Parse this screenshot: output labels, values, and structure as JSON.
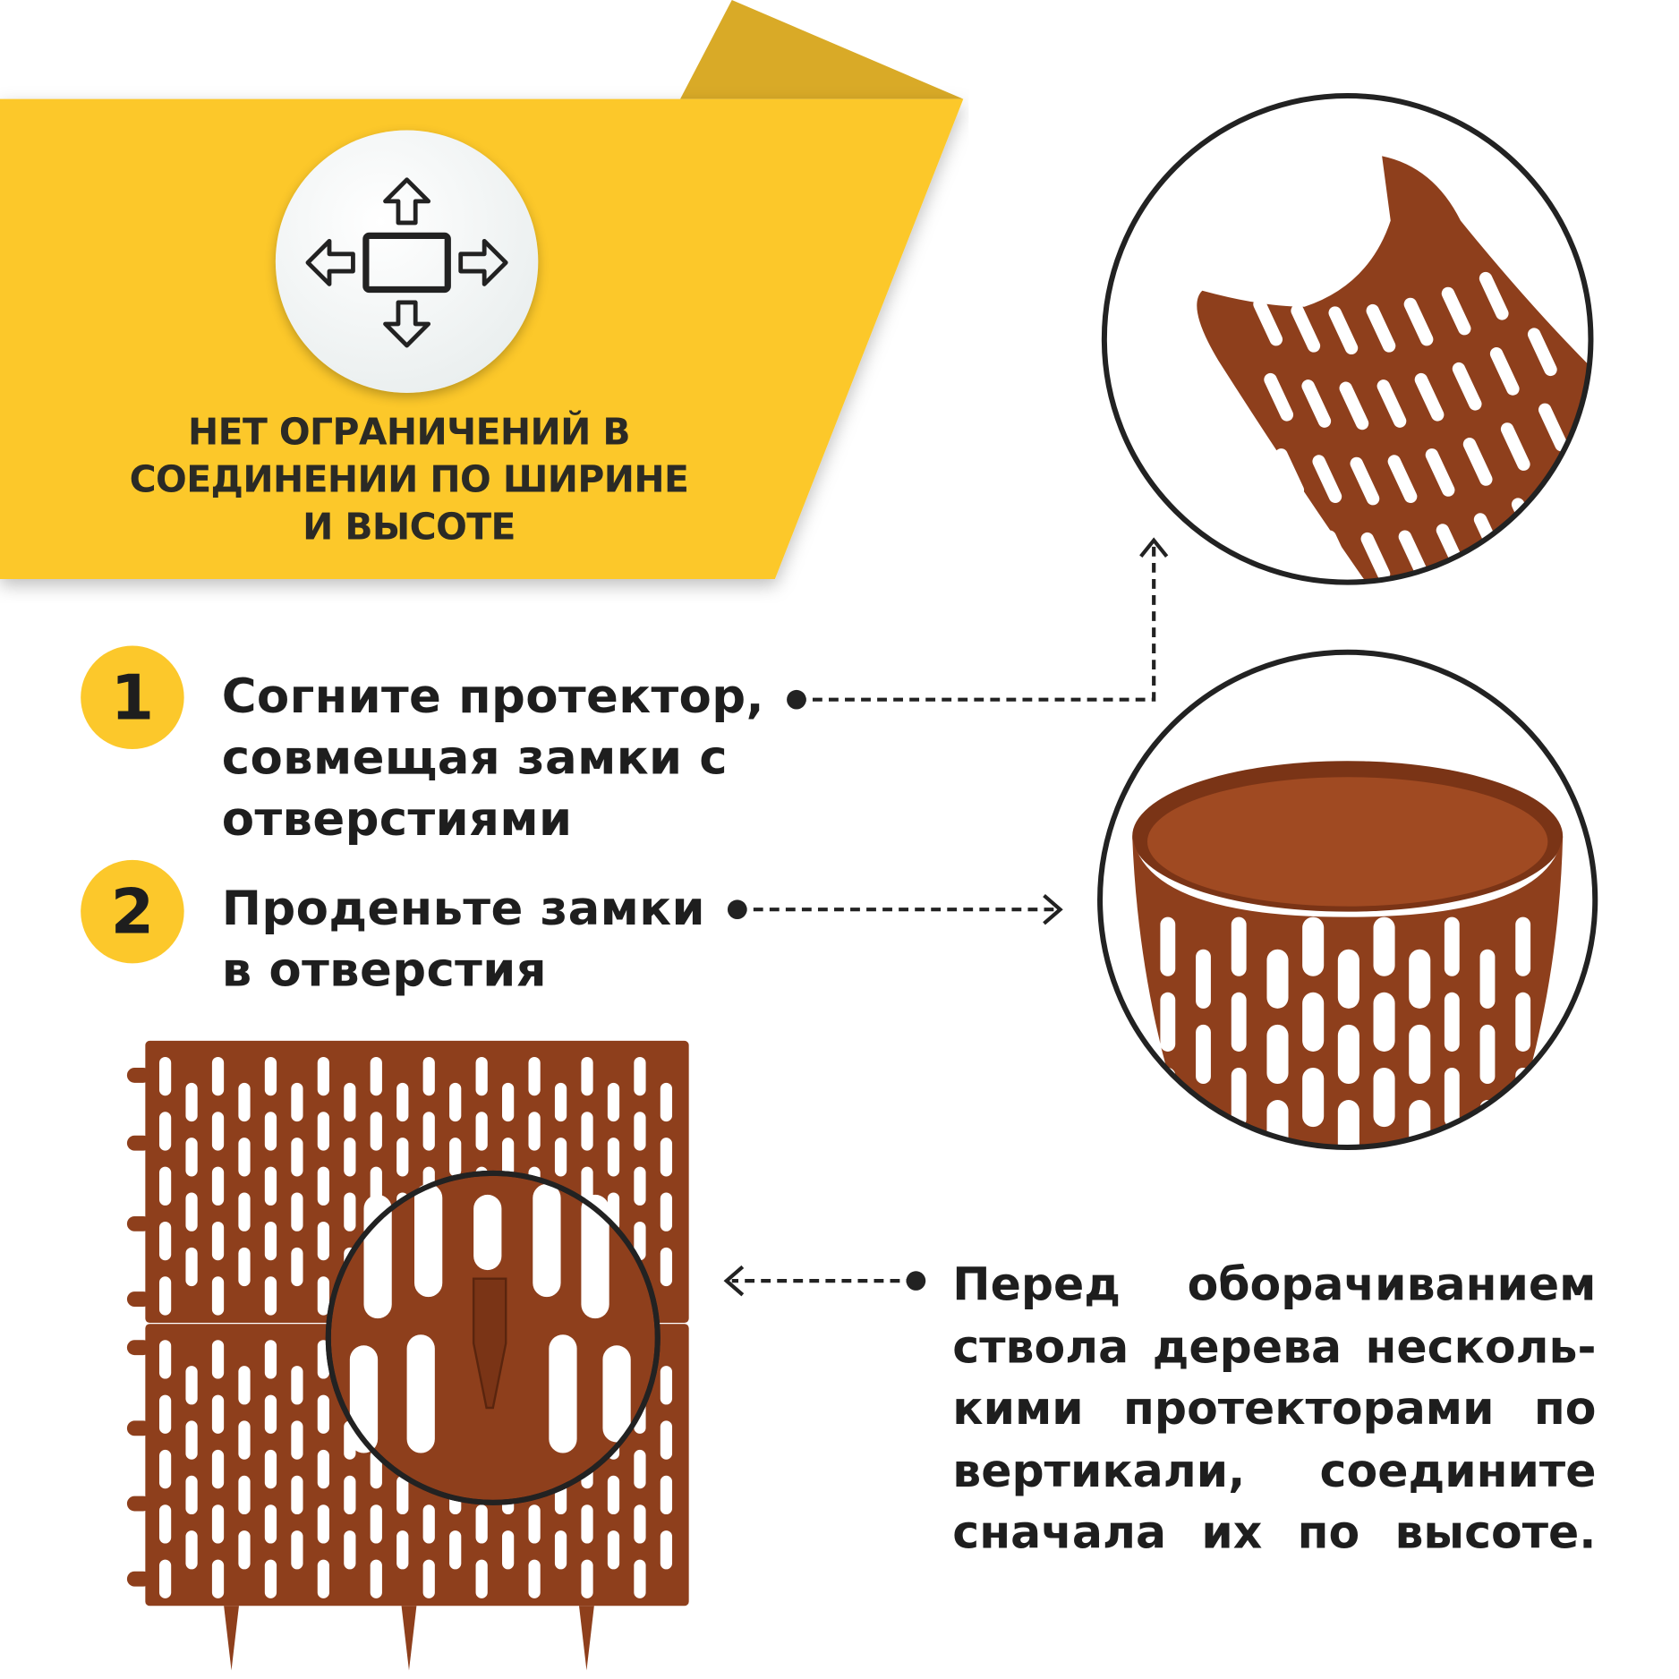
{
  "banner": {
    "lines": [
      "НЕТ ОГРАНИЧЕНИЙ В",
      "СОЕДИНЕНИИ ПО ШИРИНЕ",
      "И ВЫСОТЕ"
    ],
    "icon": "move-arrows-icon",
    "color": "#fcc82b"
  },
  "steps": [
    {
      "number": "1",
      "lines": [
        "Согните протектор,",
        "совмещая  замки с",
        "отверстиями"
      ]
    },
    {
      "number": "2",
      "lines": [
        "Проденьте замки",
        "в отверстия"
      ]
    }
  ],
  "note": {
    "lines": [
      "Перед  оборачиванием",
      "ствола дерева несколь-",
      "кими протекторами по",
      "вертикали,  соедините",
      "сначала  их  по  высоте."
    ]
  },
  "colors": {
    "brown": "#8e3f1c",
    "accent": "#fcc82b",
    "text": "#1e1e1e"
  }
}
